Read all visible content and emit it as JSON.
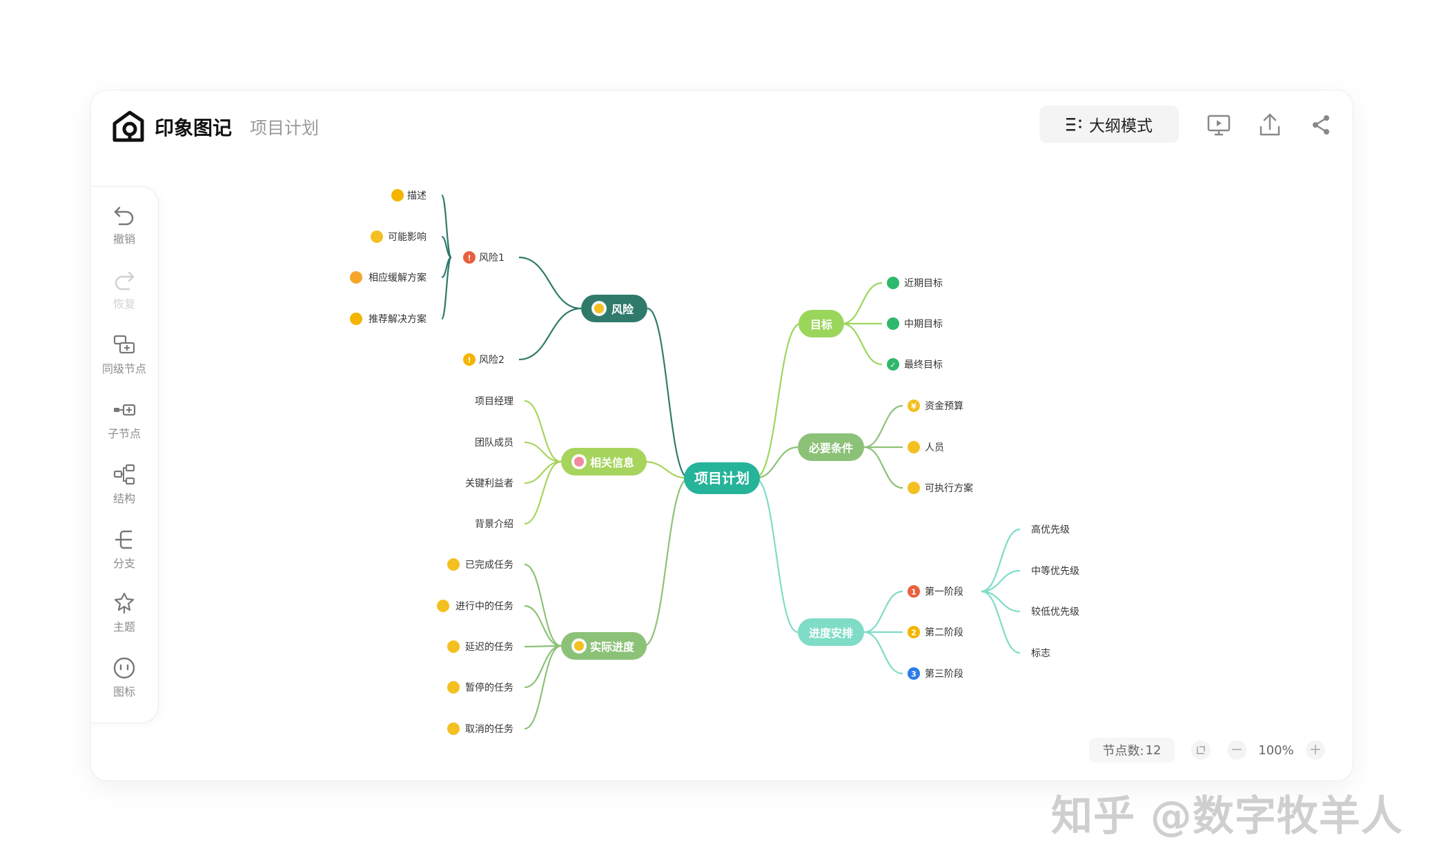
{
  "app": {
    "brand": "印象图记",
    "doc_title": "项目计划"
  },
  "toolbar": {
    "outline_label": "大纲模式"
  },
  "sidebar": {
    "items": [
      {
        "label": "撤销",
        "icon": "undo-icon",
        "enabled": true
      },
      {
        "label": "恢复",
        "icon": "redo-icon",
        "enabled": false
      },
      {
        "label": "同级节点",
        "icon": "sibling-node-icon",
        "enabled": true
      },
      {
        "label": "子节点",
        "icon": "child-node-icon",
        "enabled": true
      },
      {
        "label": "结构",
        "icon": "structure-icon",
        "enabled": true
      },
      {
        "label": "分支",
        "icon": "branch-icon",
        "enabled": true
      },
      {
        "label": "主题",
        "icon": "theme-icon",
        "enabled": true
      },
      {
        "label": "图标",
        "icon": "emoji-icon",
        "enabled": true
      }
    ]
  },
  "status": {
    "node_count_label": "节点数:",
    "node_count": "12",
    "zoom": "100%",
    "zoom_out": "−",
    "zoom_in": "+"
  },
  "mindmap": {
    "root": {
      "label": "项目计划",
      "color": "#25b39a"
    },
    "branches": {
      "risk": {
        "label": "风险",
        "color": "#2f7a6b",
        "icon": "dizzy-face-icon",
        "children": [
          {
            "label": "风险1",
            "icon": "warning-red-icon",
            "badge": "!",
            "color": "#e9603e",
            "children": [
              {
                "label": "描述",
                "icon": "pencil-icon",
                "color": "#f4b400"
              },
              {
                "label": "可能影响",
                "icon": "worried-face-icon",
                "color": "#f4c021"
              },
              {
                "label": "相应缓解方案",
                "icon": "heart-icon",
                "color": "#f4a62a"
              },
              {
                "label": "推荐解决方案",
                "icon": "thumbs-up-icon",
                "color": "#f4b400"
              }
            ]
          },
          {
            "label": "风险2",
            "icon": "warning-yellow-icon",
            "badge": "!",
            "color": "#f4b400"
          }
        ]
      },
      "info": {
        "label": "相关信息",
        "color": "#a6d45c",
        "icon": "play-icon",
        "children": [
          {
            "label": "项目经理"
          },
          {
            "label": "团队成员"
          },
          {
            "label": "关键利益者"
          },
          {
            "label": "背景介绍"
          }
        ]
      },
      "progress": {
        "label": "实际进度",
        "color": "#8cc178",
        "icon": "hourglass-icon",
        "children": [
          {
            "label": "已完成任务",
            "icon": "grin-face-icon"
          },
          {
            "label": "进行中的任务",
            "icon": "smile-face-icon"
          },
          {
            "label": "延迟的任务",
            "icon": "neutral-face-icon"
          },
          {
            "label": "暂停的任务",
            "icon": "thinking-face-icon"
          },
          {
            "label": "取消的任务",
            "icon": "shocked-face-icon"
          }
        ]
      },
      "goal": {
        "label": "目标",
        "color": "#9bd65c",
        "children": [
          {
            "label": "近期目标",
            "icon": "progress-quarter-icon"
          },
          {
            "label": "中期目标",
            "icon": "progress-half-icon"
          },
          {
            "label": "最终目标",
            "icon": "check-circle-icon"
          }
        ]
      },
      "requirements": {
        "label": "必要条件",
        "color": "#8cc178",
        "children": [
          {
            "label": "资金预算",
            "icon": "yen-icon",
            "badge": "¥"
          },
          {
            "label": "人员",
            "icon": "person-icon"
          },
          {
            "label": "可执行方案",
            "icon": "lightbulb-icon"
          }
        ]
      },
      "schedule": {
        "label": "进度安排",
        "color": "#7fdcc6",
        "children": [
          {
            "label": "第一阶段",
            "icon": "number-1-icon",
            "badge": "1",
            "color": "#e9603e",
            "children": [
              {
                "label": "高优先级"
              },
              {
                "label": "中等优先级"
              },
              {
                "label": "较低优先级"
              },
              {
                "label": "标志"
              }
            ]
          },
          {
            "label": "第二阶段",
            "icon": "number-2-icon",
            "badge": "2",
            "color": "#f4b400"
          },
          {
            "label": "第三阶段",
            "icon": "number-3-icon",
            "badge": "3",
            "color": "#2b7de9"
          }
        ]
      }
    }
  },
  "watermark": "知乎 @数字牧羊人"
}
